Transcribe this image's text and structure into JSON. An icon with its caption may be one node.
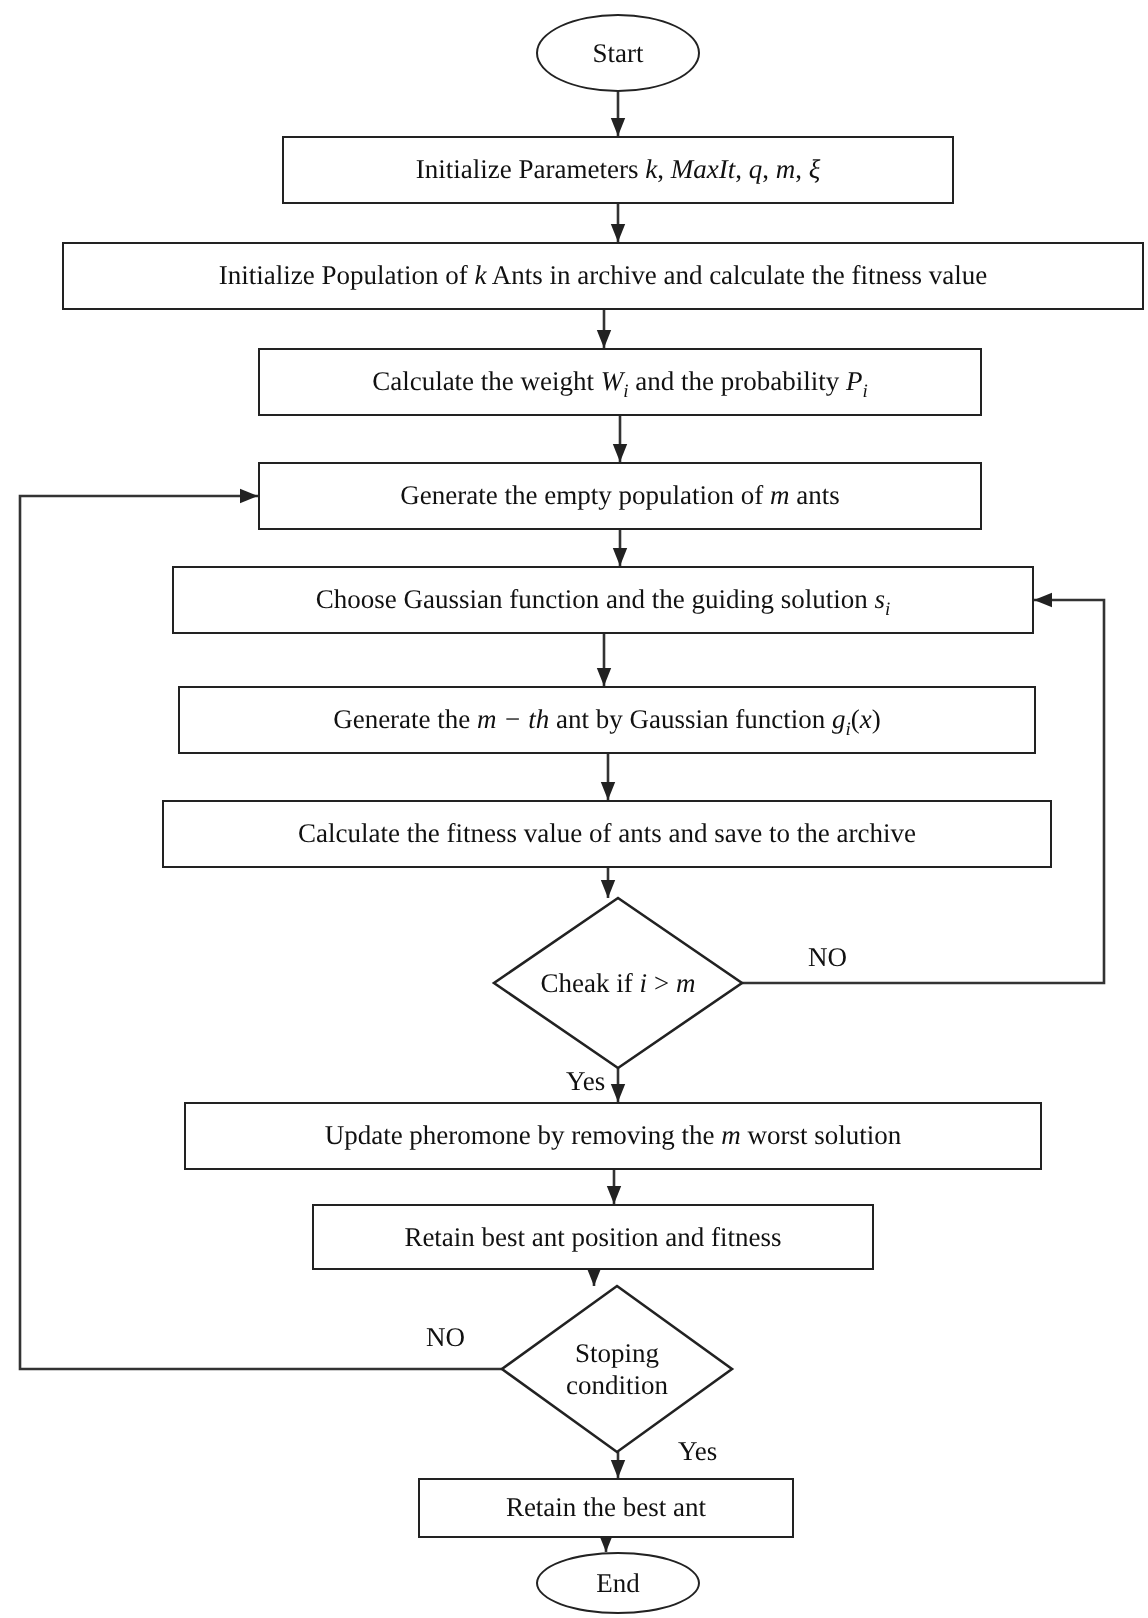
{
  "diagram": {
    "nodes": [
      {
        "text": [
          "Start"
        ]
      },
      {
        "text": [
          "Initialize Parameters *k*, *MaxIt*, *q*, *m*, *ξ*"
        ]
      },
      {
        "text": [
          "Initialize Population of *k* Ants in archive and calculate the fitness value"
        ]
      },
      {
        "text": [
          "Calculate the weight *W*$_{i}$ and the probability *P*$_{i}$"
        ]
      },
      {
        "text": [
          "Generate the empty population of *m* ants"
        ]
      },
      {
        "text": [
          "Choose Gaussian function and the guiding solution *s*$_{i}$"
        ]
      },
      {
        "text": [
          "Generate the *m − th* ant by Gaussian function *g*$_{i}$(*x*)"
        ]
      },
      {
        "text": [
          "Calculate the fitness value of ants and save to the archive"
        ]
      },
      {
        "text": [
          "Cheak if *i* > *m*"
        ]
      },
      {
        "text": [
          "Update pheromone by removing the *m* worst solution"
        ]
      },
      {
        "text": [
          "Retain best ant position and fitness"
        ]
      },
      {
        "text": [
          "Stoping condition"
        ]
      },
      {
        "text": [
          "Retain the best ant"
        ]
      },
      {
        "text": [
          "End"
        ]
      }
    ],
    "edges": [
      {
        "from": 0,
        "to": 1,
        "arrow": "to"
      },
      {
        "from": 1,
        "to": 2,
        "arrow": "to"
      },
      {
        "from": 2,
        "to": 3,
        "arrow": "to"
      },
      {
        "from": 3,
        "to": 4,
        "arrow": "to"
      },
      {
        "from": 4,
        "to": 5,
        "arrow": "to"
      },
      {
        "from": 5,
        "to": 6,
        "arrow": "to"
      },
      {
        "from": 6,
        "to": 7,
        "arrow": "to"
      },
      {
        "from": 7,
        "to": 8,
        "arrow": "to"
      },
      {
        "from": 8,
        "to": 9,
        "label": "Yes",
        "arrow": "to"
      },
      {
        "from": 8,
        "to": 5,
        "label": "NO",
        "arrow": "to"
      },
      {
        "from": 9,
        "to": 10,
        "arrow": "to"
      },
      {
        "from": 10,
        "to": 11,
        "arrow": "to"
      },
      {
        "from": 11,
        "to": 4,
        "label": "NO",
        "arrow": "to"
      },
      {
        "from": 11,
        "to": 12,
        "label": "Yes",
        "arrow": "to"
      },
      {
        "from": 12,
        "to": 13,
        "arrow": "to"
      }
    ]
  }
}
